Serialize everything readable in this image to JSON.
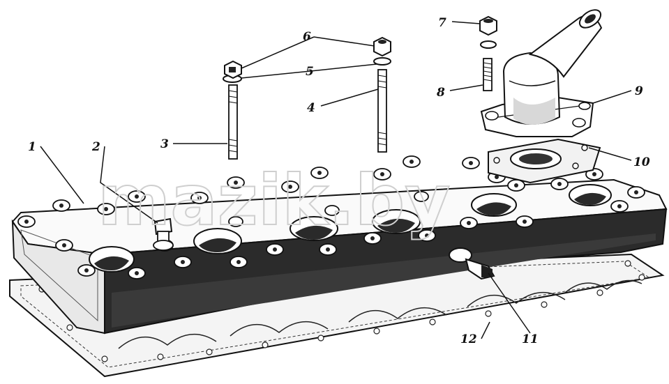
{
  "watermark": "mazik.by",
  "callouts": [
    {
      "id": "1",
      "label": "1"
    },
    {
      "id": "2",
      "label": "2"
    },
    {
      "id": "3",
      "label": "3"
    },
    {
      "id": "4",
      "label": "4"
    },
    {
      "id": "5",
      "label": "5"
    },
    {
      "id": "6",
      "label": "6"
    },
    {
      "id": "7",
      "label": "7"
    },
    {
      "id": "8",
      "label": "8"
    },
    {
      "id": "9",
      "label": "9"
    },
    {
      "id": "10",
      "label": "10"
    },
    {
      "id": "11",
      "label": "11"
    },
    {
      "id": "12",
      "label": "12"
    }
  ],
  "parts": [
    "cylinder-head",
    "head-gasket",
    "stud",
    "washer",
    "nut",
    "thermostat-housing",
    "thermostat-gasket",
    "temperature-sensor",
    "plug"
  ]
}
